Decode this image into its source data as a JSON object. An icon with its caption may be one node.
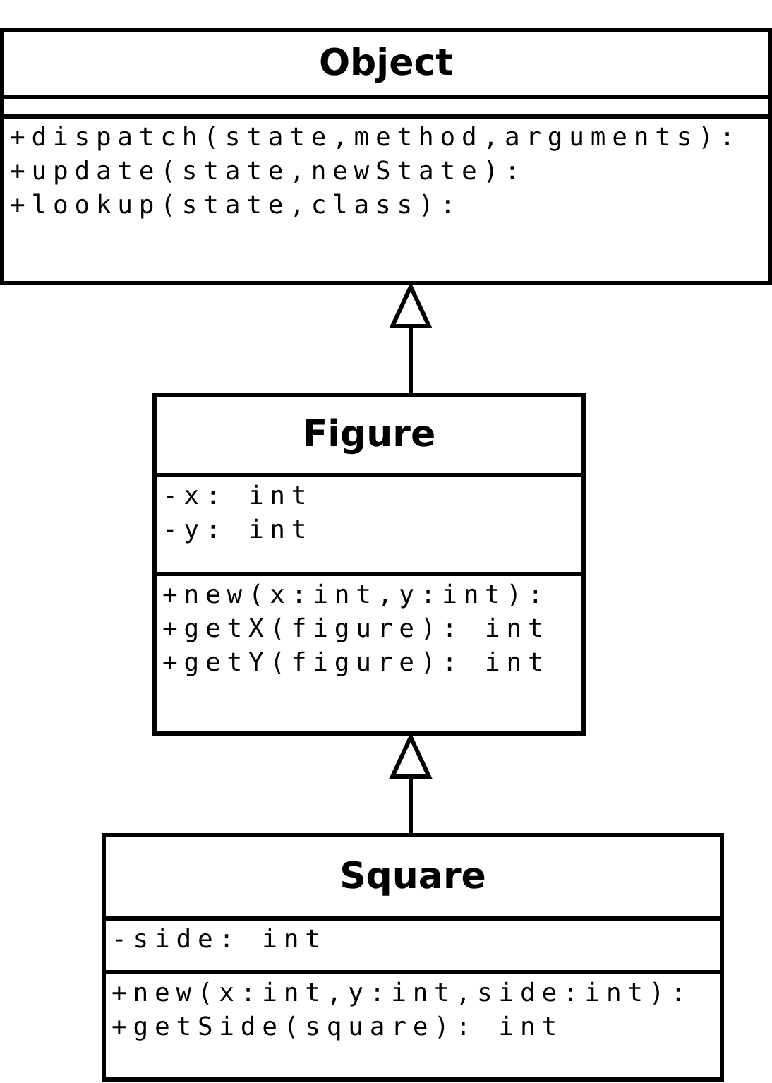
{
  "diagram": {
    "nodes": [
      {
        "text": [
          "Object"
        ]
      },
      {
        "text": [],
        "shape": "box",
        "in": 0
      },
      {
        "text": [
          "+dispatch(state,method,arguments):",
          "+update(state,newState):",
          "+lookup(state,class):"
        ],
        "in": 0
      },
      {
        "text": [
          "Figure"
        ]
      },
      {
        "text": [
          "-x: int",
          "-y: int"
        ],
        "in": 3
      },
      {
        "text": [
          "+new(x:int,y:int):",
          "+getX(figure): int",
          "+getY(figure): int"
        ],
        "in": 3
      },
      {
        "text": [
          "Square"
        ]
      },
      {
        "text": [
          "-side: int"
        ],
        "in": 6
      },
      {
        "text": [
          "+new(x:int,y:int,side:int):",
          "+getSide(square): int"
        ],
        "in": 6
      }
    ],
    "edges": [
      {
        "from": 3,
        "to": 0,
        "arrow": "to"
      },
      {
        "from": 6,
        "to": 3,
        "arrow": "to"
      }
    ]
  }
}
